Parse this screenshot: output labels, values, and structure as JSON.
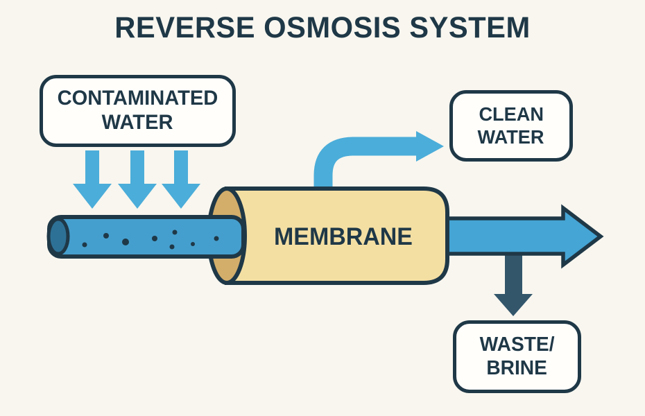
{
  "title": "REVERSE OSMOSIS SYSTEM",
  "diagram": {
    "type": "process-flow",
    "nodes": {
      "contaminated": {
        "lines": [
          "CONTAMINATED",
          "WATER"
        ]
      },
      "membrane": {
        "label": "MEMBRANE"
      },
      "clean": {
        "lines": [
          "CLEAN",
          "WATER"
        ]
      },
      "waste": {
        "lines": [
          "WASTE/",
          "BRINE"
        ]
      }
    },
    "flows": [
      {
        "from": "contaminated-water",
        "to": "feed-pipe",
        "arrow": "three-down-arrows"
      },
      {
        "from": "feed-pipe",
        "to": "membrane",
        "arrow": "pipe-with-contaminant-dots"
      },
      {
        "from": "membrane",
        "to": "clean-water",
        "arrow": "curved-up-right-arrow"
      },
      {
        "from": "membrane",
        "to": "right",
        "arrow": "large-right-arrow"
      },
      {
        "from": "large-right-arrow",
        "to": "waste-brine",
        "arrow": "dark-down-arrow"
      }
    ]
  },
  "colors": {
    "bg": "#f8f6ef",
    "navy": "#1f3847",
    "light_blue": "#4badd9",
    "arrow_blue": "#45a5d5",
    "pipe_blue": "#459fce",
    "cap_blue": "#2e7196",
    "tan_body": "#f4dfa3",
    "tan_ring": "#d3ae6b",
    "slate": "#33566b",
    "box_bg": "#fffefb"
  }
}
